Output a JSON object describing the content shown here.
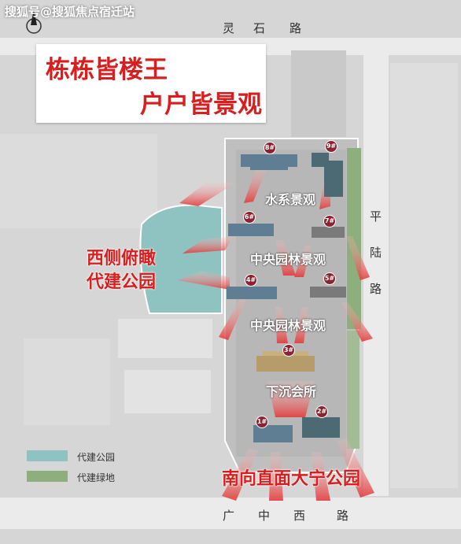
{
  "watermark": "搜狐号@搜狐焦点宿迁站",
  "roads": {
    "north": [
      "灵",
      "石",
      "路"
    ],
    "east": [
      "平",
      "陆",
      "路"
    ],
    "south": [
      "广",
      "中",
      "西",
      "路"
    ]
  },
  "banner": {
    "line1": "栋栋皆楼王",
    "line2": "户户皆景观"
  },
  "labels": {
    "west_park_line1": "西侧俯瞰",
    "west_park_line2": "代建公园",
    "south_park": "南向直面大宁公园"
  },
  "landscape": {
    "water": "水系景观",
    "central1": "中央园林景观",
    "central2": "中央园林景观",
    "clubhouse": "下沉会所"
  },
  "buildings": [
    {
      "number": "8",
      "label": "8#"
    },
    {
      "number": "9",
      "label": "9#"
    },
    {
      "number": "6",
      "label": "6#"
    },
    {
      "number": "7",
      "label": "7#"
    },
    {
      "number": "4",
      "label": "4#"
    },
    {
      "number": "5",
      "label": "5#"
    },
    {
      "number": "3",
      "label": "3#"
    },
    {
      "number": "1",
      "label": "1#"
    },
    {
      "number": "2",
      "label": "2#"
    }
  ],
  "legend": [
    {
      "label": "代建公园",
      "color": "#8ec3c1"
    },
    {
      "label": "代建绿地",
      "color": "#8fae7d"
    }
  ],
  "colors": {
    "accent_red": "#d81e1e",
    "arrow_red": "#e84a4a",
    "building_blue": "#5f7e93",
    "building_dark": "#4b6a73",
    "building_gold": "#b69c6a",
    "building_gray": "#7a7a7a",
    "park_teal": "#8ec3c1",
    "green_strip": "#8fae7d"
  },
  "icons": {
    "compass": "north-arrow-icon",
    "marker": "building-number-marker-icon"
  }
}
